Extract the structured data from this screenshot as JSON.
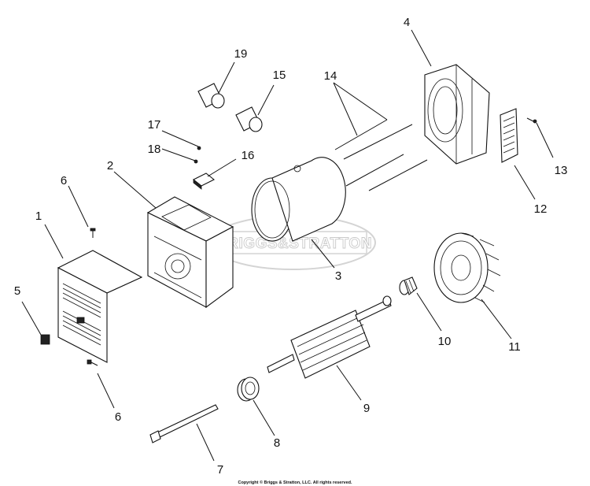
{
  "watermark": "BRIGGS&STRATTON",
  "copyright": "Copyright © Briggs & Stratton, LLC. All rights reserved.",
  "callouts": [
    "1",
    "2",
    "3",
    "4",
    "5",
    "6",
    "6",
    "7",
    "8",
    "9",
    "10",
    "11",
    "12",
    "13",
    "14",
    "15",
    "16",
    "17",
    "18",
    "19"
  ]
}
